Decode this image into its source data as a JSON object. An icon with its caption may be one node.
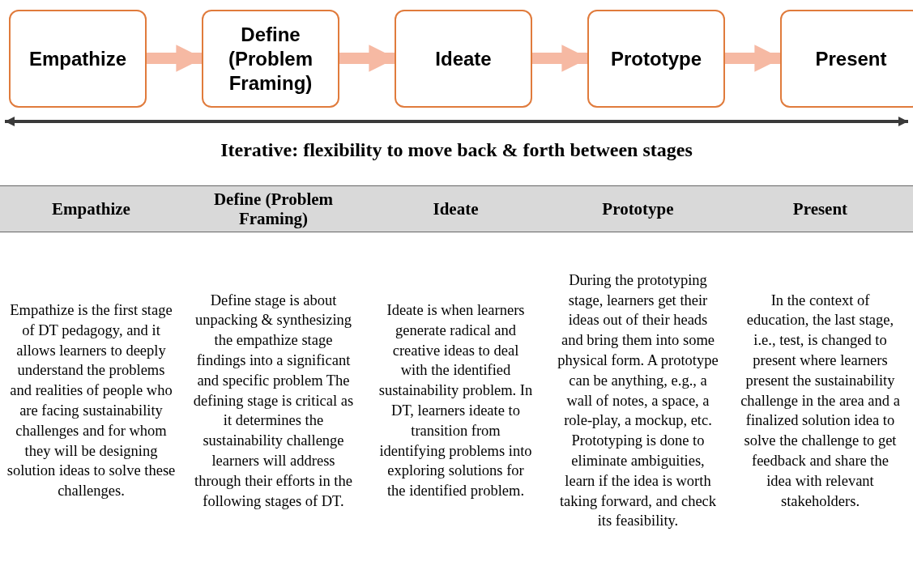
{
  "diagram": {
    "nodes": [
      {
        "text": [
          "Empathize"
        ]
      },
      {
        "text": [
          "Define (Problem Framing)"
        ]
      },
      {
        "text": [
          "Ideate"
        ]
      },
      {
        "text": [
          "Prototype"
        ]
      },
      {
        "text": [
          "Present"
        ]
      }
    ],
    "edges": [
      {
        "from": 0,
        "to": 1,
        "arrow": "to"
      },
      {
        "from": 1,
        "to": 2,
        "arrow": "to"
      },
      {
        "from": 2,
        "to": 3,
        "arrow": "to"
      },
      {
        "from": 3,
        "to": 4,
        "arrow": "to"
      },
      {
        "from": 0,
        "to": 4,
        "arrow": "both",
        "color": "#3a3a3a"
      }
    ],
    "labels": [
      "Iterative: flexibility to move back & forth between stages",
      "Empathize",
      "Define (Problem Framing)",
      "Ideate",
      "Prototype",
      "Present",
      "Empathize is the first stage of DT pedagogy, and it allows learners to deeply understand the problems and realities of people who are facing sustainability challenges and for whom they will be designing solution ideas to solve these challenges.",
      "Define stage is about unpacking & synthesizing the empathize stage findings into a significant and specific problem The defining stage is critical as it determines the sustainability challenge learners will address through their efforts in the following stages of DT.",
      "Ideate is when learners generate radical and creative ideas to deal with the identified sustainability problem. In DT, learners ideate to transition from identifying problems into exploring solutions for the identified problem.",
      "During the prototyping stage, learners get their ideas out of their heads and bring them into some physical form. A prototype can be anything, e.g., a wall of notes, a space, a role-play, a mockup, etc. Prototyping is done to eliminate ambiguities, learn if the idea is worth taking forward, and check its feasibility.",
      "In the context of education, the last stage, i.e., test, is changed to present where learners present the sustainability challenge in the area and a finalized solution idea to solve the challenge to get feedback and share the idea with relevant stakeholders."
    ]
  }
}
